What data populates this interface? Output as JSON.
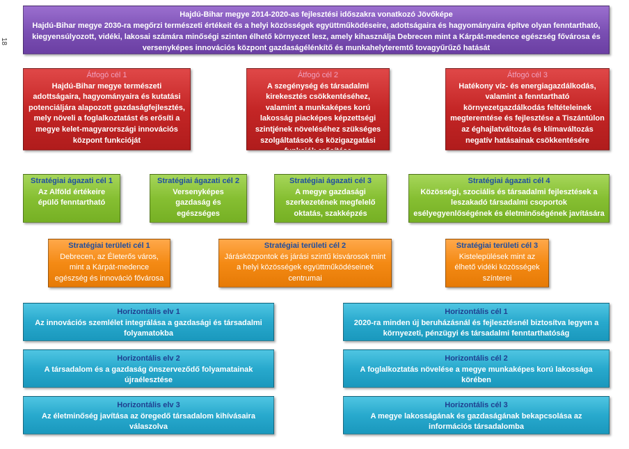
{
  "page_number": "18",
  "vision": {
    "title": "Hajdú-Bihar megye 2014-2020-as fejlesztési időszakra vonatkozó Jövőképe",
    "text": "Hajdú-Bihar megye 2030-ra megőrzi természeti értékeit és a helyi közösségek együttműködéseire, adottságaira és hagyományaira építve olyan fenntartható, kiegyensúlyozott, vidéki, lakosai számára minőségi szinten élhető környezet lesz, amely kihasználja Debrecen mint a Kárpát-medence egészség fővárosa és versenyképes innovációs központ gazdaságélénkítő és munkahelyteremtő tovagyűrűző hatását"
  },
  "overarching_goals": [
    {
      "title": "Átfogó cél 1",
      "text": "Hajdú-Bihar megye természeti adottságaira, hagyományaira és kutatási potenciáljára alapozott gazdaságfejlesztés, mely növeli a foglalkoztatást és erősíti a megye kelet-magyarországi innovációs központ funkcióját"
    },
    {
      "title": "Átfogó cél 2",
      "text": "A szegénység és társadalmi kirekesztés csökkentéséhez, valamint a munkaképes korú lakosság piacképes képzettségi szintjének növeléséhez szükséges szolgáltatások és közigazgatási funkciók erősítése"
    },
    {
      "title": "Átfogó cél 3",
      "text": "Hatékony víz- és energiagazdálkodás, valamint a fenntartható környezetgazdálkodás feltételeinek megteremtése és fejlesztése a Tiszántúlon az éghajlatváltozás és klímaváltozás negatív hatásainak csökkentésére"
    }
  ],
  "sectoral_goals": [
    {
      "title": "Stratégiai ágazati cél 1",
      "text": "Az Alföld értékeire épülő fenntartható"
    },
    {
      "title": "Stratégiai ágazati cél 2",
      "text": "Versenyképes gazdaság és egészséges"
    },
    {
      "title": "Stratégiai ágazati cél 3",
      "text": "A megye gazdasági szerkezetének megfelelő oktatás, szakképzés"
    },
    {
      "title": "Stratégiai ágazati cél 4",
      "text": "Közösségi, szociális és társadalmi fejlesztések a leszakadó társadalmi csoportok esélyegyenlőségének és életminőségének javítására"
    }
  ],
  "territorial_goals": [
    {
      "title": "Stratégiai területi cél 1",
      "text": "Debrecen, az Életerős város, mint a Kárpát-medence egészség és innováció fővárosa"
    },
    {
      "title": "Stratégiai területi cél 2",
      "text": "Járásközpontok és járási szintű kisvárosok mint a helyi közösségek együttműködéseinek centrumai"
    },
    {
      "title": "Stratégiai területi cél 3",
      "text": "Kistelepülések mint az élhető vidéki közösségek színterei"
    }
  ],
  "horizontal_principles": [
    {
      "title": "Horizontális elv 1",
      "text": "Az innovációs szemlélet integrálása a gazdasági és társadalmi folyamatokba"
    },
    {
      "title": "Horizontális elv  2",
      "text": "A társadalom és a gazdaság önszerveződő folyamatainak újraélesztése"
    },
    {
      "title": "Horizontális elv 3",
      "text": "Az életminőség javítása az öregedő társadalom kihívásaira válaszolva"
    }
  ],
  "horizontal_goals": [
    {
      "title": "Horizontális cél 1",
      "text": "2020-ra minden új beruházásnál és fejlesztésnél biztosítva legyen a környezeti, pénzügyi és társadalmi fenntarthatóság"
    },
    {
      "title": "Horizontális cél 2",
      "text": "A foglalkoztatás növelése a megye munkaképes korú lakossága körében"
    },
    {
      "title": "Horizontális cél 3",
      "text": "A megye lakosságának és gazdaságának bekapcsolása az információs társadalomba"
    }
  ],
  "colors": {
    "vision": "#7a4fb3",
    "overarching": "#c42626",
    "sectoral": "#86bf32",
    "territorial": "#f48a14",
    "horizontal": "#28a9cd"
  }
}
